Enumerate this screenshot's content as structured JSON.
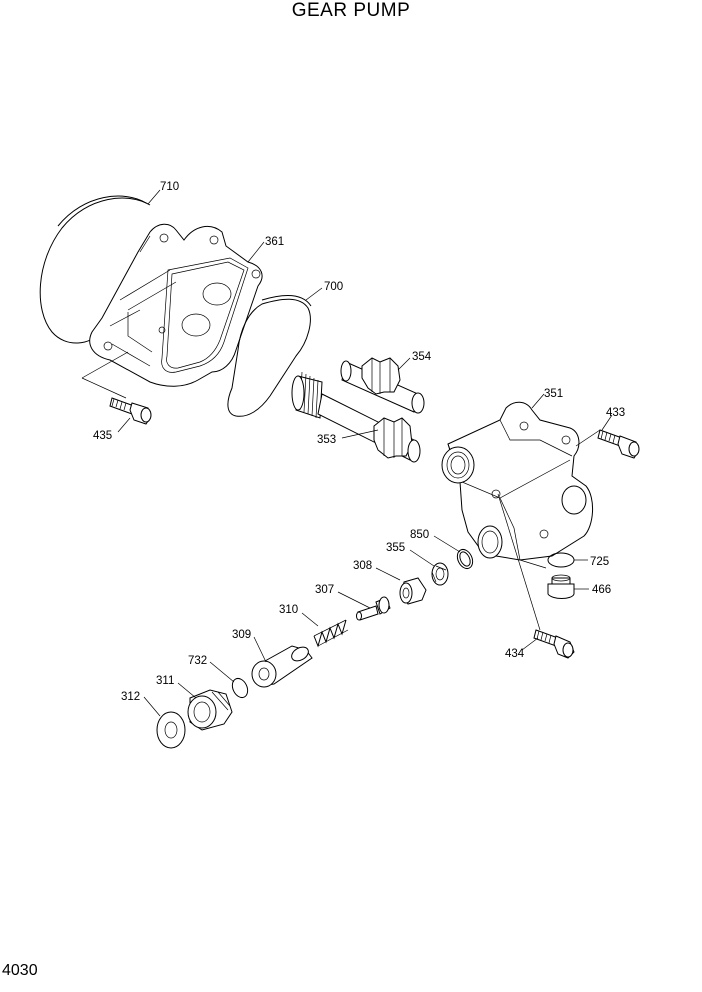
{
  "title": "GEAR PUMP",
  "page_number": "4030",
  "part_labels": {
    "p710": "710",
    "p361": "361",
    "p700": "700",
    "p354": "354",
    "p351": "351",
    "p433": "433",
    "p435": "435",
    "p353": "353",
    "p850": "850",
    "p355": "355",
    "p725": "725",
    "p308": "308",
    "p466": "466",
    "p307": "307",
    "p310": "310",
    "p309": "309",
    "p732": "732",
    "p434": "434",
    "p311": "311",
    "p312": "312"
  }
}
